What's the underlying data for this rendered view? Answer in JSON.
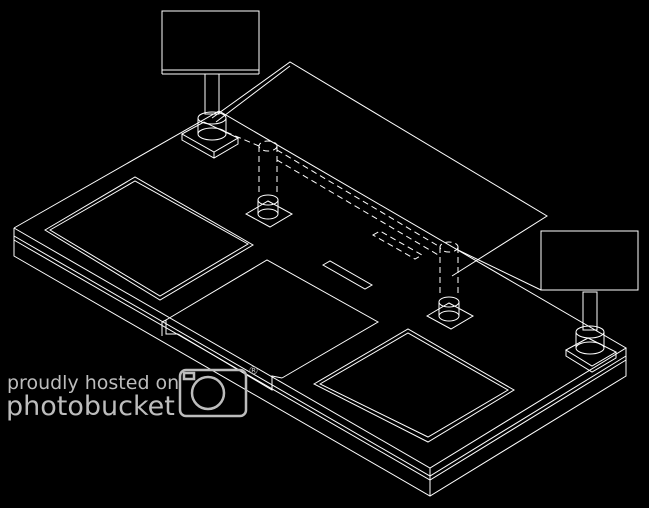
{
  "drawing": {
    "line_color": "#ffffff",
    "background_color": "#000000",
    "parts": [
      "base-plate",
      "raised-panel",
      "rectangular-cutout-left",
      "rectangular-cutout-center",
      "rectangular-cutout-right",
      "signal-post-left",
      "signal-post-right",
      "short-post-left",
      "short-post-right",
      "slot-holes"
    ]
  },
  "watermark": {
    "line1": "proudly hosted on",
    "line2": "photobucket",
    "mark": "®",
    "color": "#bdbdbd"
  }
}
